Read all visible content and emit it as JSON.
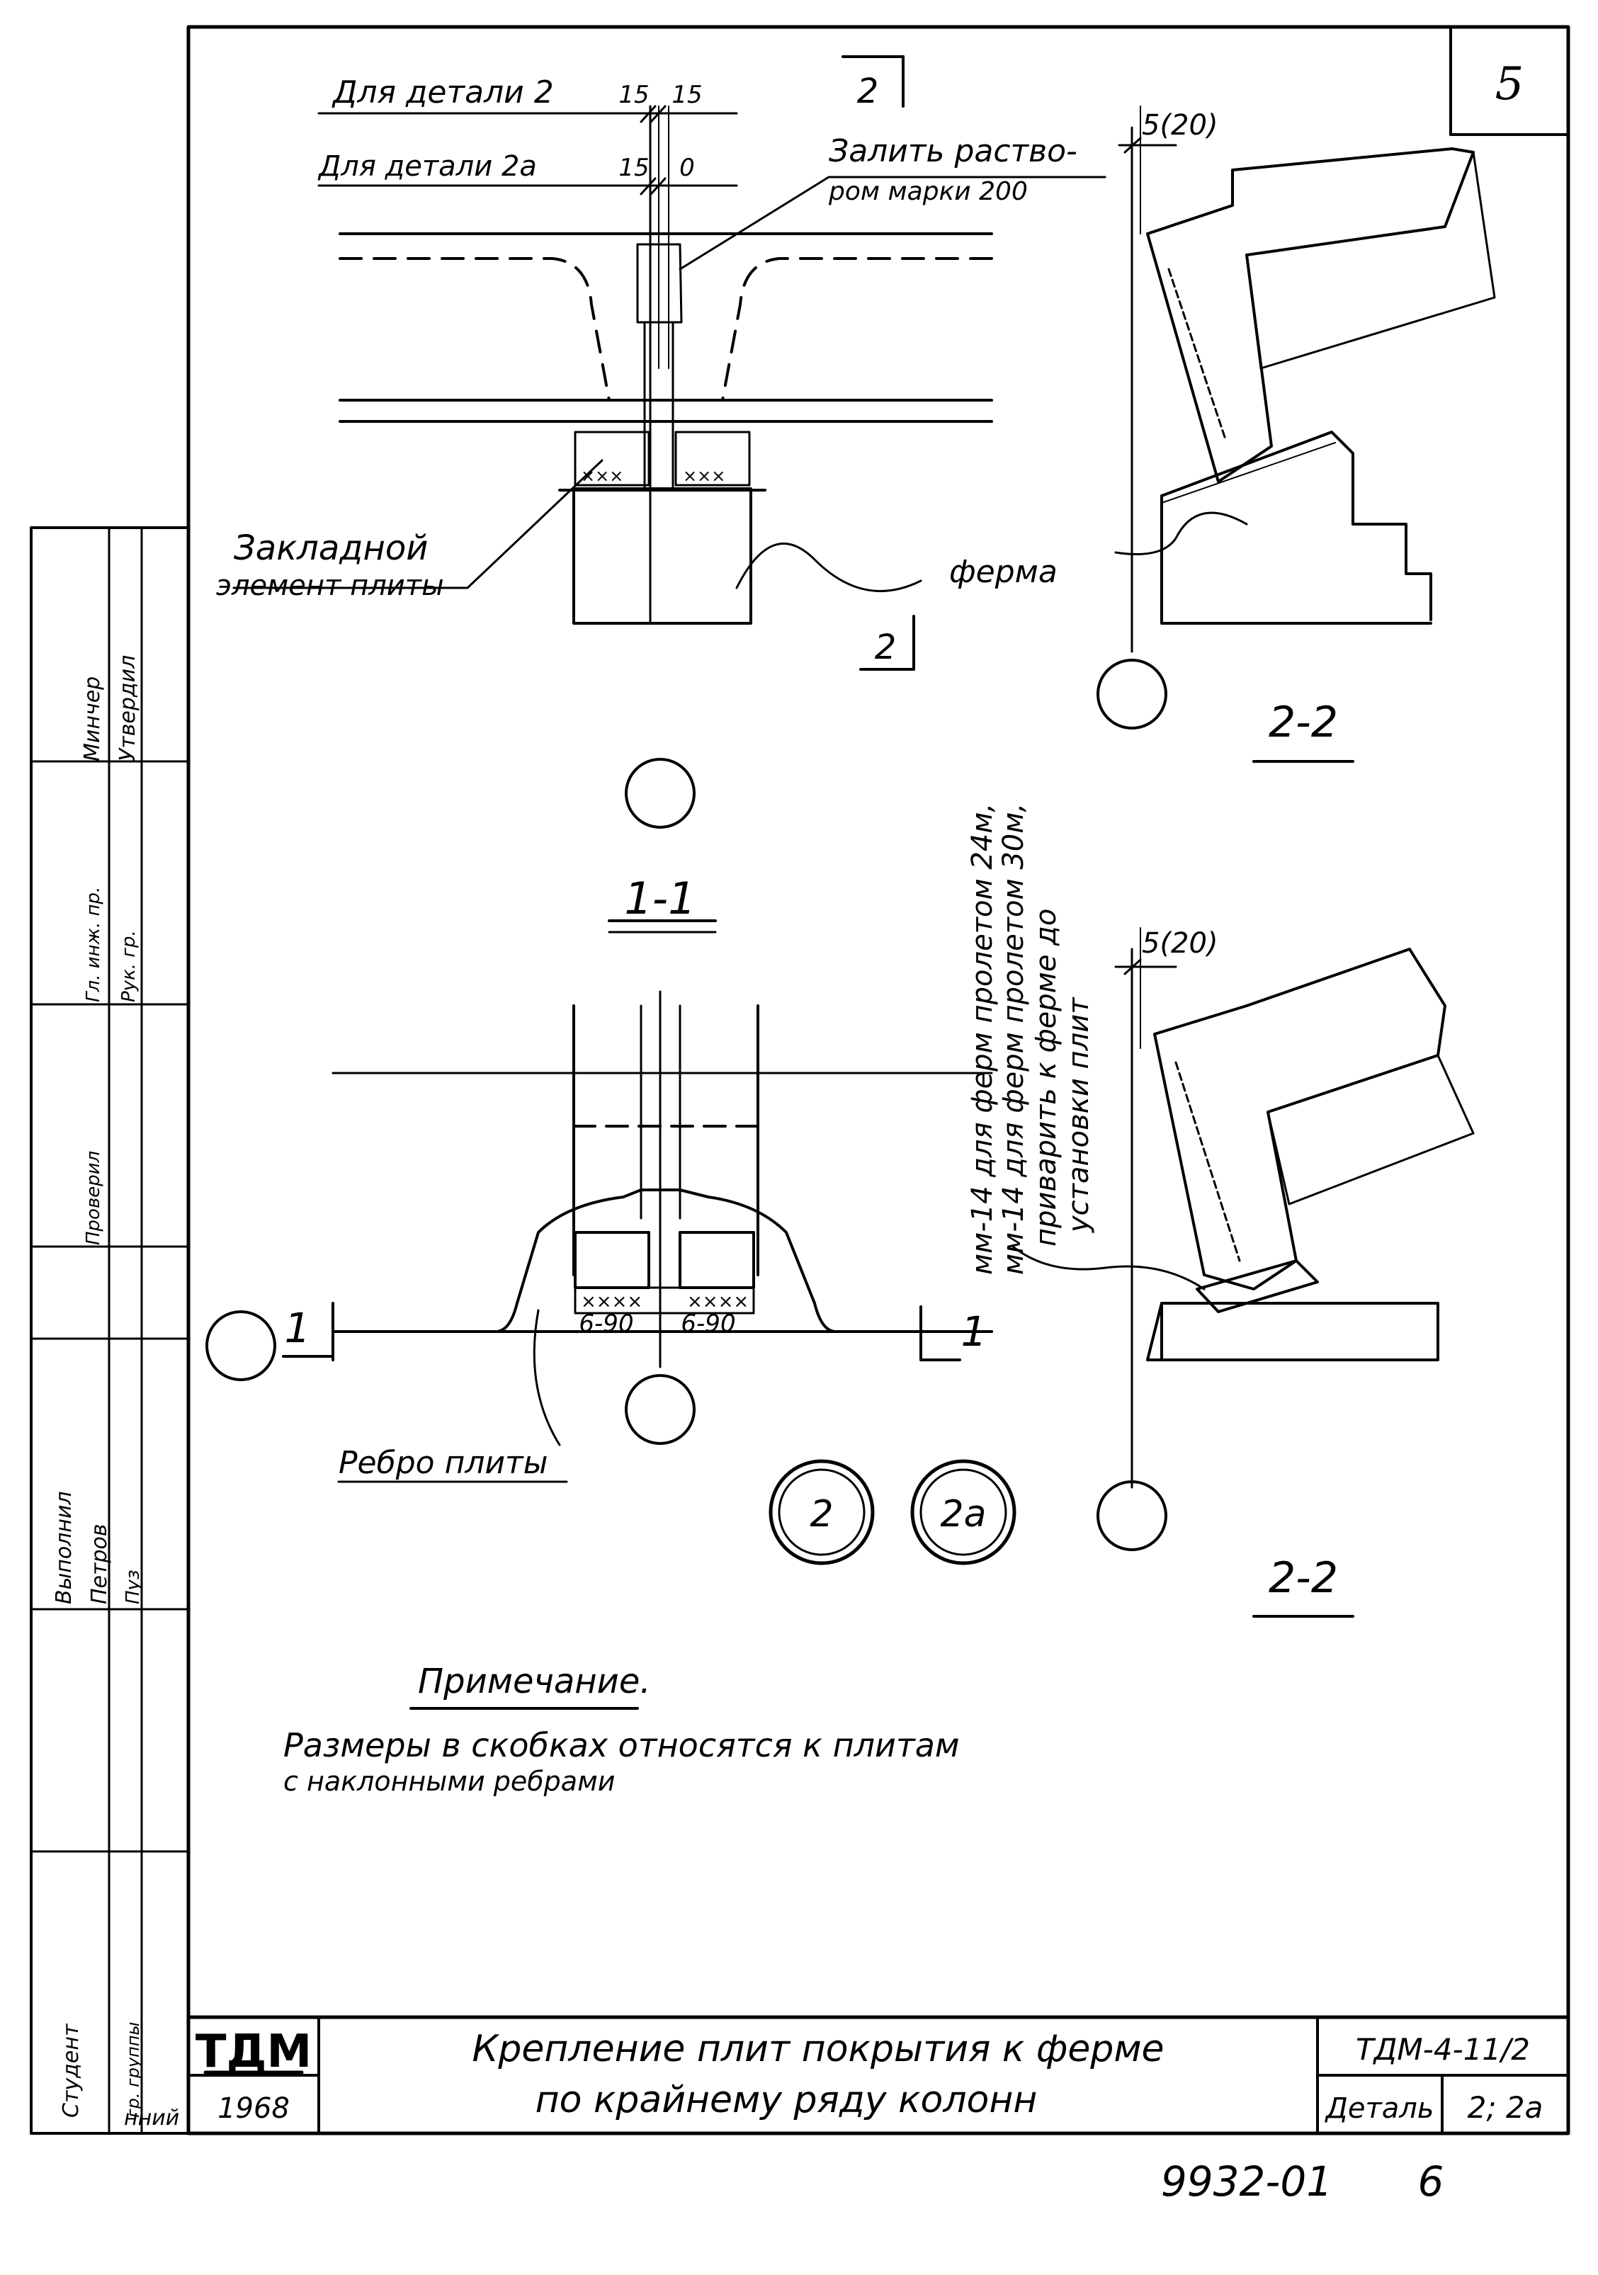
{
  "sheet": {
    "sheet_number": "5",
    "stamp_code": "9932-01",
    "stamp_page": "6"
  },
  "detail_1_1": {
    "for_detail_2": "Для детали 2",
    "dims_detail_2": [
      "15",
      "15"
    ],
    "for_detail_2a": "Для детали 2а",
    "dims_detail_2a": [
      "15",
      "0"
    ],
    "section_mark": "2",
    "fill_note_line1": "Залить раство-",
    "fill_note_line2": "ром марки 200",
    "embedded_line1": "Закладной",
    "embedded_line2": "элемент плиты",
    "truss": "ферма",
    "section_title": "1-1"
  },
  "detail_2_2_top": {
    "dim": "5(20)",
    "section_title": "2-2"
  },
  "vertical_note": [
    "мм-14 для ферм пролетом 24м,",
    "мм-14 для ферм пролетом 30м,",
    "приварить к ферме до",
    "установки плит"
  ],
  "detail_plan": {
    "weld_left": "6-90",
    "weld_right": "6-90",
    "section_marker": "1",
    "rib": "Ребро плиты"
  },
  "detail_2_2_bottom": {
    "dim": "5(20)",
    "section_title": "2-2"
  },
  "callouts": {
    "detail_2": "2",
    "detail_2a": "2а"
  },
  "note": {
    "heading": "Примечание.",
    "line1": "Размеры в скобках относятся к плитам",
    "line2": "с наклонными ребрами"
  },
  "title_block": {
    "org": "ТДМ",
    "year": "1968",
    "title_line1": "Крепление плит покрытия к ферме",
    "title_line2": "по крайнему ряду колонн",
    "doc_code": "ТДМ-4-11/2",
    "detail_label": "Деталь",
    "detail_value": "2; 2а"
  },
  "side_stamp": {
    "cells": [
      "Минчер",
      "Утвердил",
      "Гл. инж. пр.",
      "Рук. гр.",
      "Проверил",
      "Выполнил",
      "Петров",
      "Пуз",
      "Студент",
      "гр. группы"
    ],
    "bottom_word": "нний"
  }
}
